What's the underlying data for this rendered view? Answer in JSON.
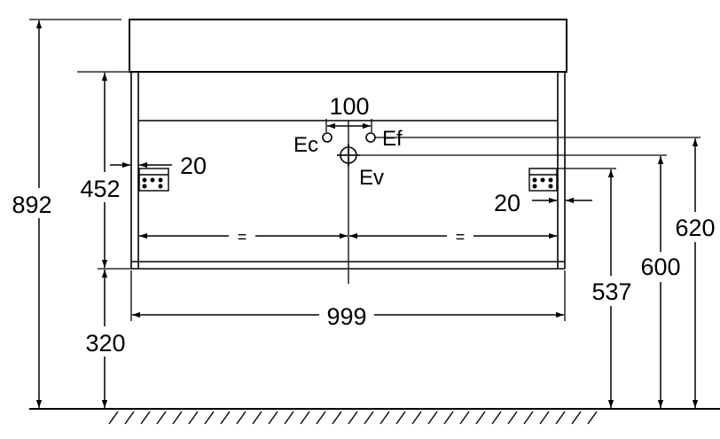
{
  "dimensions": {
    "total_height": "892",
    "cabinet_height": "452",
    "bottom_clearance": "320",
    "overall_width": "999",
    "tap_spacing": "100",
    "bracket_offset_left": "20",
    "bracket_offset_right": "20",
    "bracket_height": "537",
    "drain_height": "600",
    "supply_height": "620",
    "equal_left": "=",
    "equal_right": "="
  },
  "connections": {
    "cold": "Ec",
    "hot": "Ef",
    "drain": "Ev"
  },
  "colors": {
    "line": "#000000",
    "background": "#ffffff"
  }
}
